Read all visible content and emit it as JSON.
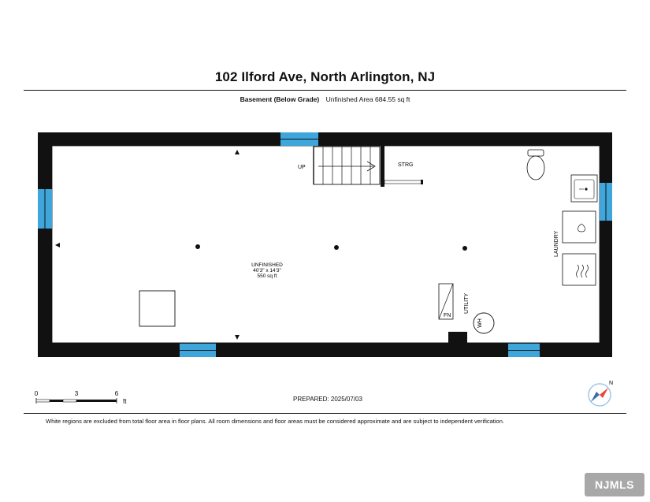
{
  "header": {
    "title": "102 Ilford Ave, North Arlington, NJ",
    "level_name": "Basement (Below Grade)",
    "area_text": "Unfinished Area 684.55 sq ft"
  },
  "rooms": {
    "main_name": "UNFINISHED",
    "main_dims": "40'3\" x 14'3\"",
    "main_area": "550 sq ft",
    "stairs_label": "UP",
    "storage_label": "STRG",
    "laundry_label": "LAUNDRY",
    "utility_label": "UTILITY",
    "furnace_label": "FN",
    "water_heater_label": "WH"
  },
  "scale_bar": {
    "ticks": [
      "0",
      "3",
      "6"
    ],
    "unit": "ft"
  },
  "prepared": "PREPARED: 2025/07/03",
  "compass_label": "N",
  "disclaimer": "White regions are excluded from total floor area in floor plans. All room dimensions and floor areas must be considered approximate and are subject to independent verification.",
  "logo_text": "NJMLS",
  "colors": {
    "wall": "#111111",
    "window": "#3ea6db",
    "compass": "#e8473a"
  }
}
